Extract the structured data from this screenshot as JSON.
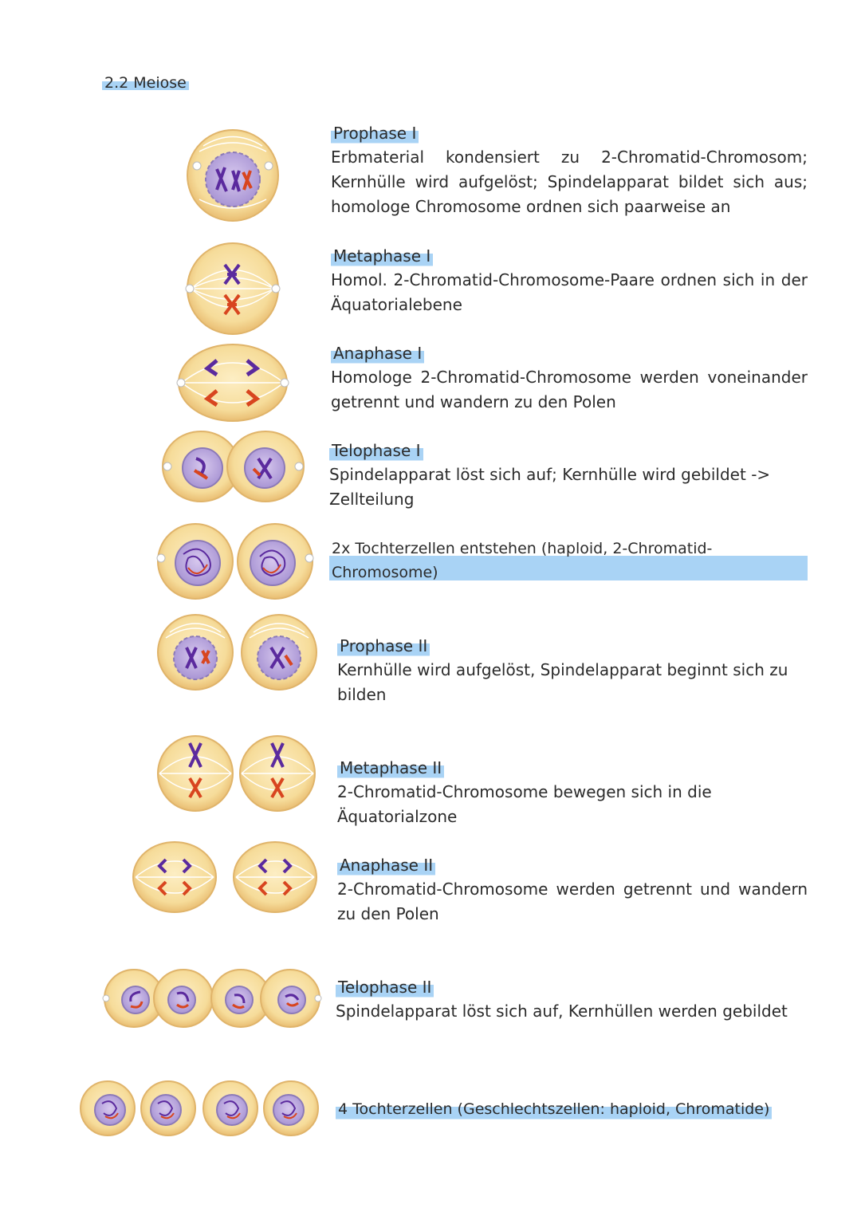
{
  "title": "2.2 Meiose",
  "stages": [
    {
      "heading": "Prophase I",
      "description": "Erbmaterial kondensiert zu 2-Chromatid-Chromosom; Kernhülle wird aufgelöst; Spindelapparat bildet sich aus; homologe Chromosome ordnen sich paarweise an"
    },
    {
      "heading": "Metaphase I",
      "description": "Homol. 2-Chromatid-Chromosome-Paare ordnen sich in der Äquatorialebene"
    },
    {
      "heading": "Anaphase I",
      "description": "Homologe 2-Chromatid-Chromosome werden voneinander getrennt und wandern zu den Polen"
    },
    {
      "heading": "Telophase I",
      "description": "Spindelapparat löst sich auf; Kernhülle wird gebildet -> Zellteilung"
    },
    {
      "note": "2x Tochterzellen entstehen (haploid, 2-Chromatid-Chromosome)"
    },
    {
      "heading": "Prophase II",
      "description": "Kernhülle wird aufgelöst, Spindelapparat beginnt sich zu bilden"
    },
    {
      "heading": "Metaphase II",
      "description": "2-Chromatid-Chromosome bewegen sich in die Äquatorialzone"
    },
    {
      "heading": "Anaphase II",
      "description": "2-Chromatid-Chromosome werden getrennt und wandern zu den Polen"
    },
    {
      "heading": "Telophase II",
      "description": "Spindelapparat löst sich auf, Kernhüllen werden gebildet"
    },
    {
      "note": "4 Tochterzellen (Geschlechtszellen: haploid, Chromatide)"
    }
  ],
  "colors": {
    "highlight": "#a9d3f5",
    "cell_fill": "#f7dfa0",
    "cell_edge": "#e2b46a",
    "nucleus": "#c9b6e4",
    "chromosome_purple": "#5b2a9e",
    "chromosome_red": "#d8451f",
    "spindle": "#ffffff"
  }
}
